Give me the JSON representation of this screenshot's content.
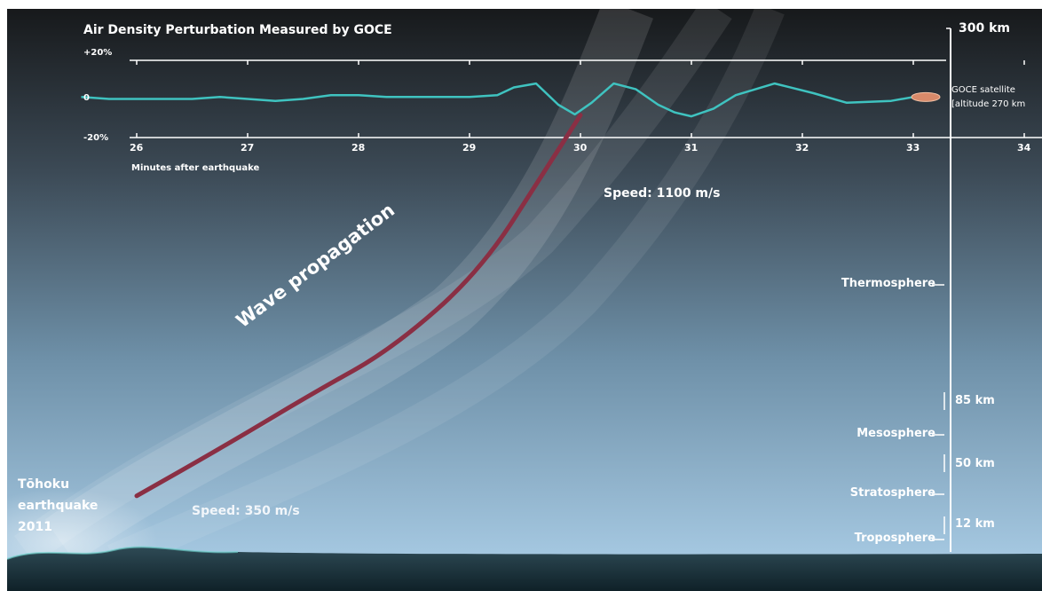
{
  "colors": {
    "sky_top": "#1a1c1e",
    "sky_bottom": "#9fc3de",
    "ground": "#1f3a45",
    "trace": "#3fc3c0",
    "wave_line": "#8a2f44",
    "text": "#ffffff"
  },
  "labels": {
    "earthquake_line1": "Tōhoku",
    "earthquake_line2": "earthquake",
    "earthquake_line3": "2011",
    "speed_low": "Speed: 350 m/s",
    "speed_high": "Speed: 1100 m/s",
    "wave_propagation": "Wave propagation",
    "goce_line1": "GOCE satellite",
    "goce_line2": "[altitude 270 km"
  },
  "scale": {
    "top_altitude": "300 km",
    "layers": [
      {
        "name": "Thermosphere"
      },
      {
        "name": "Mesosphere"
      },
      {
        "name": "Stratosphere"
      },
      {
        "name": "Troposphere"
      }
    ],
    "boundaries": [
      "85 km",
      "50 km",
      "12 km"
    ]
  },
  "chart_data": {
    "type": "line",
    "title": "Air Density Perturbation Measured by GOCE",
    "xlabel": "Minutes after earthquake",
    "ylabel": "",
    "xlim": [
      25.5,
      34
    ],
    "ylim": [
      -20,
      20
    ],
    "x_ticks": [
      "26",
      "27",
      "28",
      "29",
      "30",
      "31",
      "32",
      "33",
      "34"
    ],
    "y_ticks": [
      "+20%",
      "0",
      "-20%"
    ],
    "grid": false,
    "series": [
      {
        "x": [
          25.5,
          25.75,
          26.0,
          26.25,
          26.5,
          26.75,
          27.0,
          27.25,
          27.5,
          27.75,
          28.0,
          28.25,
          28.5,
          28.75,
          29.0,
          29.25,
          29.4,
          29.6,
          29.8,
          29.95,
          30.1,
          30.3,
          30.5,
          30.7,
          30.85,
          31.0,
          31.2,
          31.4,
          31.75,
          32.1,
          32.4,
          32.8,
          33.0
        ],
        "y": [
          1,
          0,
          0,
          0,
          0,
          1,
          0,
          -1,
          0,
          2,
          2,
          1,
          1,
          1,
          1,
          2,
          6,
          8,
          -3,
          -8,
          -2,
          8,
          5,
          -3,
          -7,
          -9,
          -5,
          2,
          8,
          3,
          -2,
          -1,
          1
        ]
      }
    ],
    "altitude_km": [
      0,
      12,
      50,
      85,
      300
    ],
    "wave_propagation_path": [
      {
        "minute": 26.0,
        "altitude_km": 30
      },
      {
        "minute": 26.8,
        "altitude_km": 60
      },
      {
        "minute": 27.6,
        "altitude_km": 90
      },
      {
        "minute": 28.3,
        "altitude_km": 115
      },
      {
        "minute": 29.1,
        "altitude_km": 160
      },
      {
        "minute": 29.7,
        "altitude_km": 220
      },
      {
        "minute": 30.0,
        "altitude_km": 250
      }
    ]
  }
}
